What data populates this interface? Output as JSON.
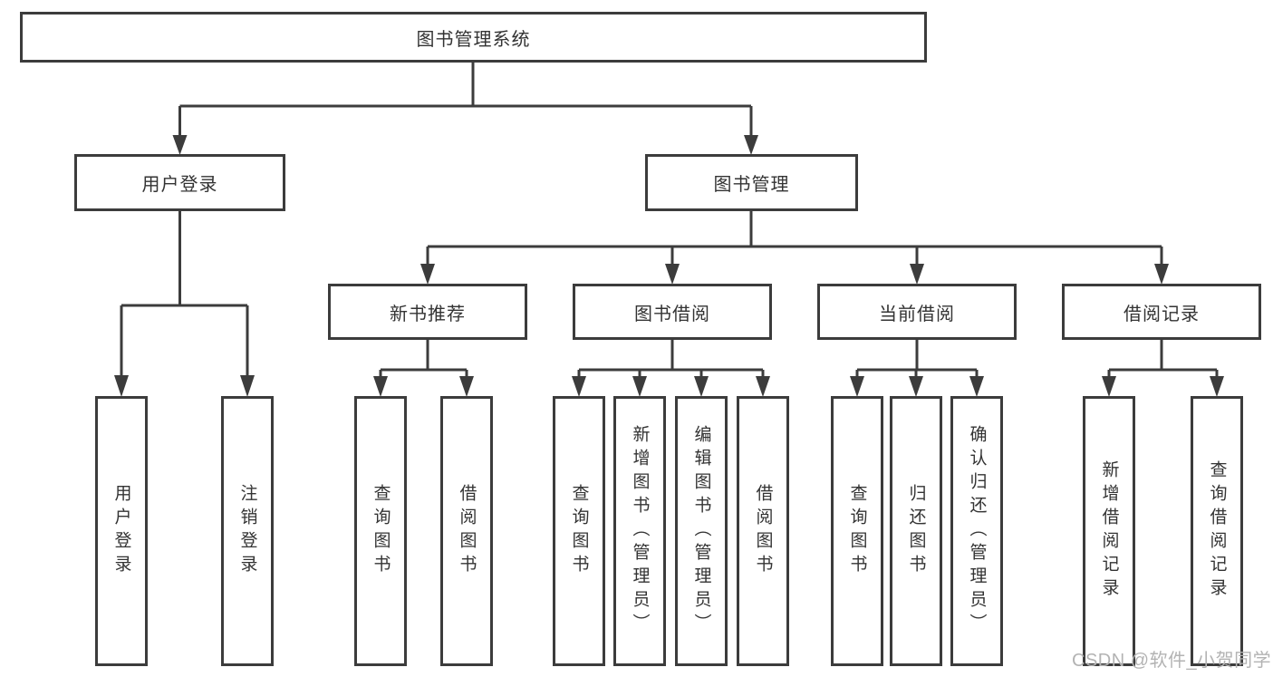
{
  "colors": {
    "line": "#3C3C3C",
    "text": "#333333",
    "watermark": "#B3B3B3",
    "bg": "#FFFFFF"
  },
  "watermark": {
    "text": "CSDN @软件_小贺同学"
  },
  "tree": {
    "root": {
      "label": "图书管理系统"
    },
    "branches": [
      {
        "label": "用户登录",
        "children": [
          {
            "label": "用户登录"
          },
          {
            "label": "注销登录"
          }
        ]
      },
      {
        "label": "图书管理",
        "children": [
          {
            "label": "新书推荐",
            "children": [
              {
                "label": "查询图书"
              },
              {
                "label": "借阅图书"
              }
            ]
          },
          {
            "label": "图书借阅",
            "children": [
              {
                "label": "查询图书"
              },
              {
                "label": "新增图书（管理员）"
              },
              {
                "label": "编辑图书（管理员）"
              },
              {
                "label": "借阅图书"
              }
            ]
          },
          {
            "label": "当前借阅",
            "children": [
              {
                "label": "查询图书"
              },
              {
                "label": "归还图书"
              },
              {
                "label": "确认归还（管理员）"
              }
            ]
          },
          {
            "label": "借阅记录",
            "children": [
              {
                "label": "新增借阅记录"
              },
              {
                "label": "查询借阅记录"
              }
            ]
          }
        ]
      }
    ]
  }
}
